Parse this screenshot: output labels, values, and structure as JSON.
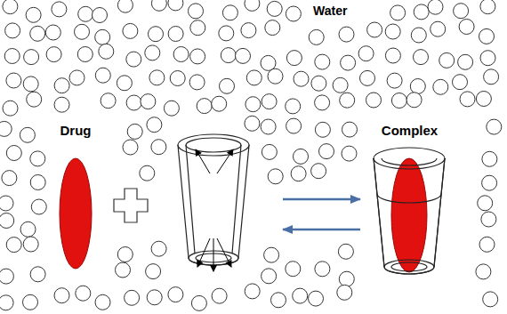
{
  "diagram": {
    "nodes": [
      {
        "text": [
          "Drug"
        ]
      },
      {
        "text": [
          "Complex"
        ]
      }
    ],
    "labels": [
      "Water"
    ]
  }
}
